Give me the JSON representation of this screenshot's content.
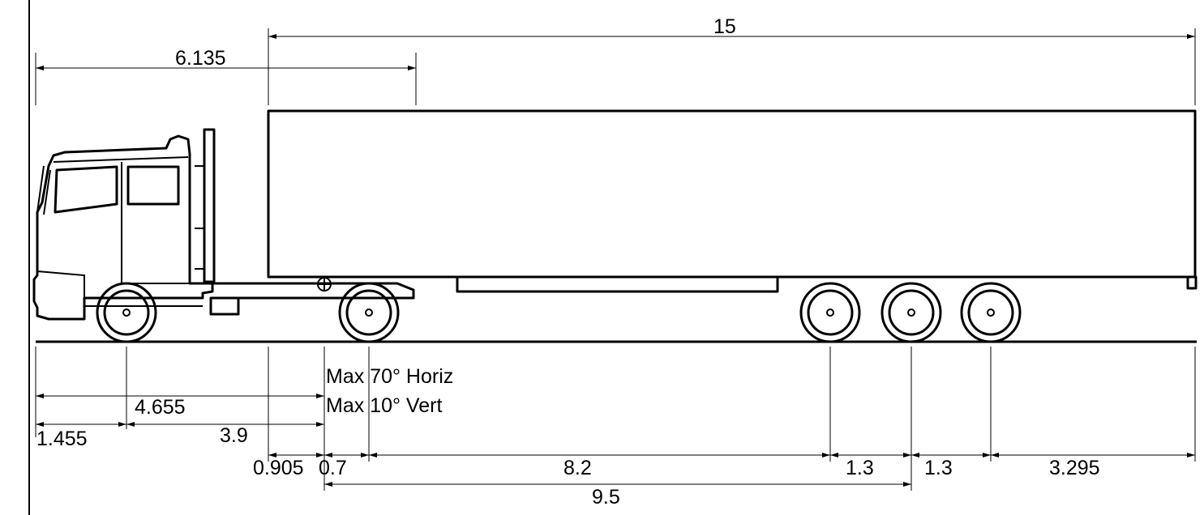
{
  "diagram": {
    "notes": {
      "coupling_horizontal": "Max 70° Horiz",
      "coupling_vertical": "Max 10° Vert"
    },
    "dimensions": {
      "trailer_length": "15",
      "kingpin_from_front": "6.135",
      "wheelbase_to_kingpin": "4.655",
      "front_overhang": "1.455",
      "tractor_wheelbase": "3.9",
      "trailer_front_to_kingpin": "0.905",
      "kingpin_to_rear_axle": "0.7",
      "kingpin_to_trailer_axle": "8.2",
      "axle_spacing_1": "1.3",
      "axle_spacing_2": "1.3",
      "rear_overhang": "3.295",
      "kingpin_to_trailer_axle_center": "9.5"
    }
  }
}
